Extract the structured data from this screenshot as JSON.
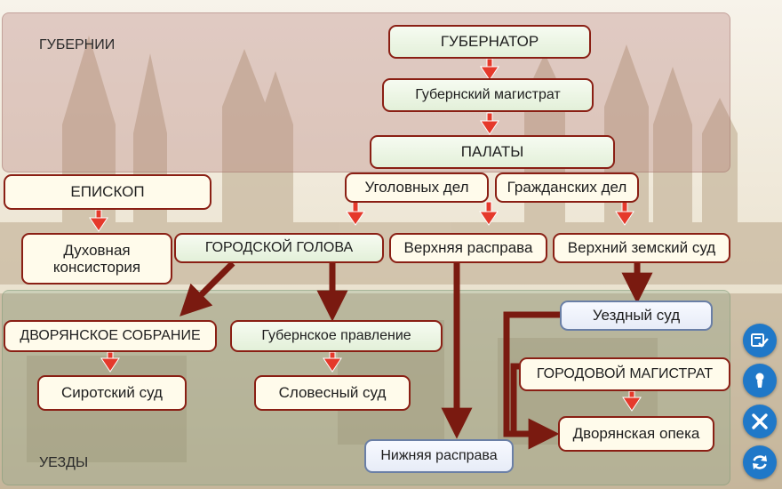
{
  "zones": {
    "gubernii": "ГУБЕРНИИ",
    "uezdy": "УЕЗДЫ"
  },
  "nodes": {
    "gubernator": "ГУБЕРНАТОР",
    "gub_magistrat": "Губернский магистрат",
    "palaty": "ПАЛАТЫ",
    "ugolovnyh": "Уголовных дел",
    "grazhdanskih": "Гражданских дел",
    "episkop": "ЕПИСКОП",
    "konsistoriya": "Духовная консистория",
    "gorodskoy_golova": "ГОРОДСКОЙ ГОЛОВА",
    "verhnyaya_rasprava": "Верхняя расправа",
    "verhniy_zemskiy": "Верхний земский суд",
    "dvoryanskoe_sobranie": "ДВОРЯНСКОЕ СОБРАНИЕ",
    "gub_pravlenie": "Губернское правление",
    "uezdny_sud": "Уездный суд",
    "gorodovoy_magistrat": "ГОРОДОВОЙ МАГИСТРАТ",
    "sirotskiy_sud": "Сиротский суд",
    "slovesny_sud": "Словесный суд",
    "dvoryanskaya_opeka": "Дворянская опека",
    "nizhnyaya_rasprava": "Нижняя расправа"
  },
  "side_buttons": [
    "check-icon",
    "hint-icon",
    "close-icon",
    "refresh-icon"
  ],
  "colors": {
    "arrow_red": "#e5392b",
    "arrow_dark": "#7a1a10",
    "button_blue": "#1f78c8"
  }
}
